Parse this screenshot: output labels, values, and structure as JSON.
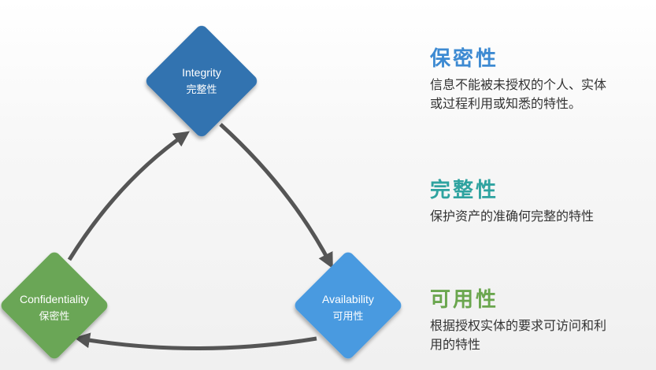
{
  "nodes": {
    "integrity": {
      "label_en": "Integrity",
      "label_cn": "完整性",
      "color": "#3373b0"
    },
    "confidentiality": {
      "label_en": "Confidentiality",
      "label_cn": "保密性",
      "color": "#6aa657"
    },
    "availability": {
      "label_en": "Availability",
      "label_cn": "可用性",
      "color": "#4a9ae0"
    }
  },
  "edges": [
    {
      "from": "confidentiality",
      "to": "integrity"
    },
    {
      "from": "integrity",
      "to": "availability"
    },
    {
      "from": "availability",
      "to": "confidentiality"
    }
  ],
  "sections": {
    "confidentiality": {
      "title": "保密性",
      "title_color": "#3d8ad2",
      "desc": "信息不能被未授权的个人、实体\n或过程利用或知悉的特性。"
    },
    "integrity": {
      "title": "完整性",
      "title_color": "#2fa3a0",
      "desc": "保护资产的准确何完整的特性"
    },
    "availability": {
      "title": "可用性",
      "title_color": "#6aa64e",
      "desc": "根据授权实体的要求可访问和利\n用的特性"
    }
  },
  "colors": {
    "arrow": "#555555"
  }
}
